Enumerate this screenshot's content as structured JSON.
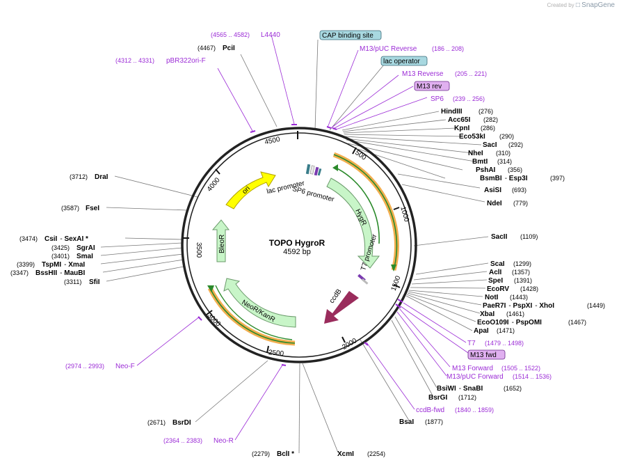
{
  "watermark": {
    "created_by": "Created by",
    "app": "SnapGene"
  },
  "plasmid": {
    "name": "TOPO HygroR",
    "size": "4592 bp"
  },
  "ticks": [
    "500",
    "1000",
    "1500",
    "2000",
    "2500",
    "3000",
    "3500",
    "4000",
    "4500"
  ],
  "features": {
    "hygr": "HygR",
    "ccdb": "ccdB",
    "neor": "NeoR/KanR",
    "bleor": "BleoR",
    "ori": "ori",
    "lac_promoter": "lac promoter",
    "sp6_promoter": "SP6 promoter",
    "t7_promoter": "T7 promoter"
  },
  "boxed_labels": {
    "cap": "CAP binding site",
    "lac_operator": "lac operator",
    "m13_rev": "M13 rev",
    "m13_fwd": "M13 fwd"
  },
  "primers": {
    "l4440": {
      "name": "L4440",
      "range": "(4565 .. 4582)"
    },
    "pbr322": {
      "name": "pBR322ori-F",
      "range": "(4312 .. 4331)"
    },
    "m13puc_rev": {
      "name": "M13/pUC Reverse",
      "range": "(186 .. 208)"
    },
    "m13_reverse": {
      "name": "M13 Reverse",
      "range": "(205 .. 221)"
    },
    "sp6": {
      "name": "SP6",
      "range": "(239 .. 256)"
    },
    "t7": {
      "name": "T7",
      "range": "(1479 .. 1498)"
    },
    "m13_forward": {
      "name": "M13 Forward",
      "range": "(1505 .. 1522)"
    },
    "m13puc_fwd": {
      "name": "M13/pUC Forward",
      "range": "(1514 .. 1536)"
    },
    "ccdb_fwd": {
      "name": "ccdB-fwd",
      "range": "(1840 .. 1859)"
    },
    "neo_f": {
      "name": "Neo-F",
      "range": "(2974 .. 2993)"
    },
    "neo_r": {
      "name": "Neo-R",
      "range": "(2364 .. 2383)"
    }
  },
  "sites": {
    "pcii": {
      "name": "PciI",
      "pos": "(4467)"
    },
    "hindiii": {
      "name": "HindIII",
      "pos": "(276)"
    },
    "acc65i": {
      "name": "Acc65I",
      "pos": "(282)"
    },
    "kpni": {
      "name": "KpnI",
      "pos": "(286)"
    },
    "eco53ki": {
      "name": "Eco53kI",
      "pos": "(290)"
    },
    "saci": {
      "name": "SacI",
      "pos": "(292)"
    },
    "nhei": {
      "name": "NheI",
      "pos": "(310)"
    },
    "bmti": {
      "name": "BmtI",
      "pos": "(314)"
    },
    "pshai": {
      "name": "PshAI",
      "pos": "(356)"
    },
    "bsmbi": {
      "name": "BsmBI",
      "sep": "- ",
      "name2": "Esp3I",
      "pos": "(397)"
    },
    "asisi": {
      "name": "AsiSI",
      "pos": "(693)"
    },
    "ndei": {
      "name": "NdeI",
      "pos": "(779)"
    },
    "sacii": {
      "name": "SacII",
      "pos": "(1109)"
    },
    "scai": {
      "name": "ScaI",
      "pos": "(1299)"
    },
    "acli": {
      "name": "AclI",
      "pos": "(1357)"
    },
    "spei": {
      "name": "SpeI",
      "pos": "(1391)"
    },
    "ecorv": {
      "name": "EcoRV",
      "pos": "(1428)"
    },
    "noti": {
      "name": "NotI",
      "pos": "(1443)"
    },
    "paer7i": {
      "name": "PaeR7I",
      "sep": "- ",
      "name2": "PspXI",
      "sep2": "- ",
      "name3": "XhoI",
      "pos": "(1449)"
    },
    "xbai": {
      "name": "XbaI",
      "pos": "(1461)"
    },
    "ecoo109i": {
      "name": "EcoO109I",
      "sep": "- ",
      "name2": "PspOMI",
      "pos": "(1467)"
    },
    "apai": {
      "name": "ApaI",
      "pos": "(1471)"
    },
    "bsiwi": {
      "name": "BsiWI",
      "sep": "- ",
      "name2": "SnaBI",
      "pos": "(1652)"
    },
    "bsrgi": {
      "name": "BsrGI",
      "pos": "(1712)"
    },
    "bsai": {
      "name": "BsaI",
      "pos": "(1877)"
    },
    "xcmi": {
      "name": "XcmI",
      "pos": "(2254)"
    },
    "bcli": {
      "name": "BclI *",
      "pos": "(2279)"
    },
    "bsrdi": {
      "name": "BsrDI",
      "pos": "(2671)"
    },
    "sfii": {
      "name": "SfiI",
      "pos": "(3311)"
    },
    "bsshii": {
      "name": "BssHII",
      "sep": "- ",
      "name2": "MauBI",
      "pos": "(3347)"
    },
    "tspmi": {
      "name": "TspMI",
      "sep": "- ",
      "name2": "XmaI",
      "pos": "(3399)"
    },
    "smai": {
      "name": "SmaI",
      "pos": "(3401)"
    },
    "sgrai": {
      "name": "SgrAI",
      "pos": "(3425)"
    },
    "csii": {
      "name": "CsiI",
      "sep": "- ",
      "name2": "SexAI *",
      "pos": "(3474)"
    },
    "fsei": {
      "name": "FseI",
      "pos": "(3587)"
    },
    "drai": {
      "name": "DraI",
      "pos": "(3712)"
    }
  },
  "colors": {
    "backbone": "#222222",
    "primer": "#9b2bd6",
    "marker": "#2b8a2b",
    "resistance_fill": "#c8f5c8",
    "ori_fill": "#ffff00",
    "ccdb_fill": "#9a2c5c",
    "orange_arc": "#f0a030",
    "cap_box": "#a8d8e0",
    "primer_box": "#e0b0f0"
  }
}
